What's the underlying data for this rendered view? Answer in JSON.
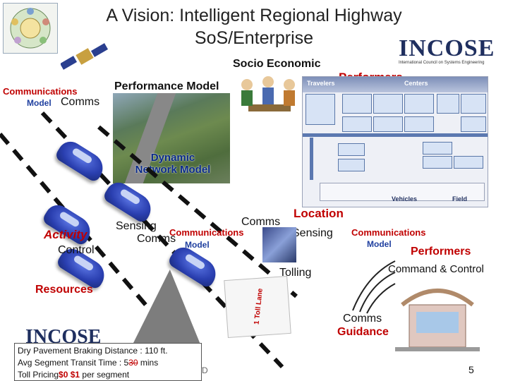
{
  "title_line1": "A Vision:  Intelligent  Regional Highway",
  "title_line2": "SoS/Enterprise",
  "labels": {
    "socio_economic": "Socio Economic",
    "performers_top": "Performers",
    "communications_left": "Communications",
    "model_left": "Model",
    "comms_left": "Comms",
    "performance_model": "Performance Model",
    "dynamic_network_model": "Dynamic\nNetwork Model",
    "location": "Location",
    "comms_mid": "Comms",
    "sensing_mid": "Sensing",
    "communications_mid": "Communications",
    "comms_mid2": "Comms",
    "model_mid": "Model",
    "sensing_right": "Sensing",
    "communications_right": "Communications",
    "model_right": "Model",
    "performers_right": "Performers",
    "command_control": "Command & Control",
    "activity": "Activity",
    "control": "Control",
    "tolling": "Tolling",
    "resources": "Resources",
    "comms_bottom": "Comms",
    "guidance": "Guidance",
    "lane_sign": "1 Toll Lane",
    "page_num": "5",
    "page_left_d": "D"
  },
  "incose": {
    "wordmark": "INCOSE",
    "tagline": "International Council on Systems Engineering",
    "wordmark_bottom": "INCOSE"
  },
  "arch_panel": {
    "header_left": "Travelers",
    "header_right": "Centers",
    "field_label": "Field",
    "vehicles_label": "Vehicles"
  },
  "callout": {
    "line1": "Dry Pavement Braking Distance : 110 ft.",
    "line2_prefix": "Avg Segment Transit Time : 5",
    "line2_struck": "30",
    "line2_suffix": " mins",
    "line3_prefix": "Toll  Pricing",
    "line3_old": "$0",
    "line3_new": " $1",
    "line3_suffix": " per segment"
  }
}
